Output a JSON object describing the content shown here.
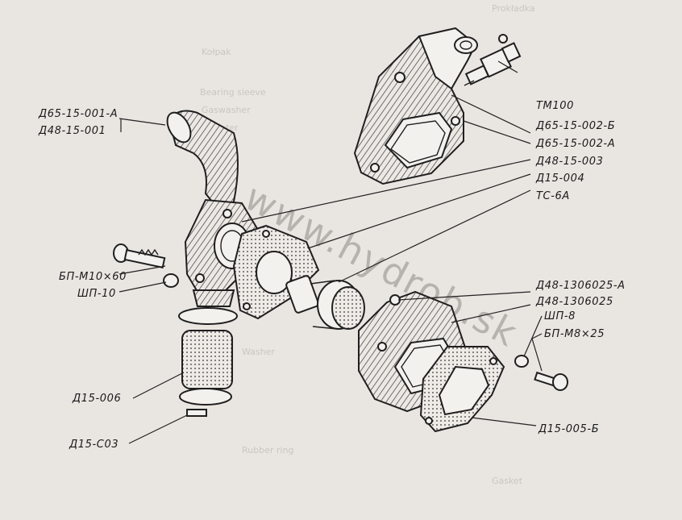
{
  "watermark": "www.hydrob.sk",
  "labels": {
    "d65_15_001_a": "Д65-15-001-А",
    "d48_15_001": "Д48-15-001",
    "tm100": "ТМ100",
    "d65_15_002_b": "Д65-15-002-Б",
    "d65_15_002_a": "Д65-15-002-А",
    "d48_15_003": "Д48-15-003",
    "d15_004": "Д15-004",
    "ts_6a": "ТС-6А",
    "bp_m10x60": "БП-М10×60",
    "shp_10": "ШП-10",
    "d48_1306025_a": "Д48-1306025-А",
    "d48_1306025": "Д48-1306025",
    "shp_8": "ШП-8",
    "bp_m8x25": "БП-М8×25",
    "d15_006": "Д15-006",
    "d15_003": "Д15-С03",
    "d15_005_b": "Д15-005-Б"
  },
  "background_text": [
    "Prokładka",
    "Kołpak",
    "Bearing sleeve",
    "Gaswasher",
    "Adapter",
    "Washer",
    "Rubber ring",
    "Gasket"
  ]
}
